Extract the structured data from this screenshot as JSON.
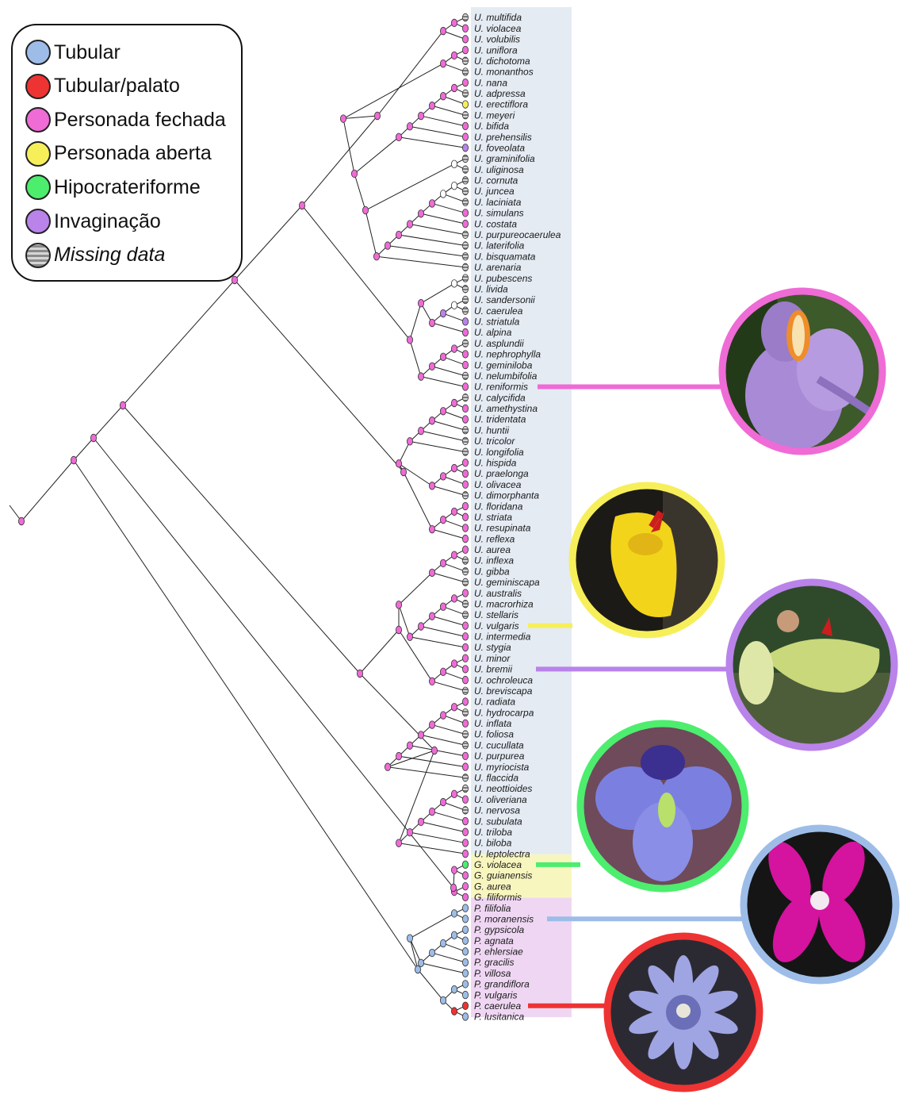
{
  "legend": {
    "items": [
      {
        "label": "Tubular",
        "color": "#9dbde8",
        "italic": false
      },
      {
        "label": "Tubular/palato",
        "color": "#ee3333",
        "italic": false
      },
      {
        "label": "Personada fechada",
        "color": "#ef6bd6",
        "italic": false
      },
      {
        "label": "Personada aberta",
        "color": "#f6ef5a",
        "italic": false
      },
      {
        "label": "Hipocrateriforme",
        "color": "#4ded6e",
        "italic": false
      },
      {
        "label": "Invaginação",
        "color": "#b983ea",
        "italic": false
      },
      {
        "label": "Missing data",
        "color": "hatched",
        "italic": true
      }
    ]
  },
  "states": {
    "T": "#9dbde8",
    "R": "#ee3333",
    "P": "#ef6bd6",
    "Y": "#f6ef5a",
    "G": "#4ded6e",
    "V": "#b983ea",
    "M": "missing",
    "W": "#ffffff"
  },
  "group_colors": {
    "Utricularia": "#e4ebf3",
    "Genlisea": "#f8f6bf",
    "Pinguicula": "#efd7f3"
  },
  "taxa": [
    {
      "name": "U. multifida",
      "state": "M"
    },
    {
      "name": "U. violacea",
      "state": "P"
    },
    {
      "name": "U. volubilis",
      "state": "P"
    },
    {
      "name": "U. uniflora",
      "state": "P"
    },
    {
      "name": "U. dichotoma",
      "state": "M"
    },
    {
      "name": "U. monanthos",
      "state": "M"
    },
    {
      "name": "U. nana",
      "state": "P"
    },
    {
      "name": "U. adpressa",
      "state": "M"
    },
    {
      "name": "U. erectiflora",
      "state": "Y"
    },
    {
      "name": "U. meyeri",
      "state": "M"
    },
    {
      "name": "U. bifida",
      "state": "P"
    },
    {
      "name": "U. prehensilis",
      "state": "P"
    },
    {
      "name": "U. foveolata",
      "state": "V"
    },
    {
      "name": "U. graminifolia",
      "state": "M"
    },
    {
      "name": "U. uliginosa",
      "state": "M"
    },
    {
      "name": "U. cornuta",
      "state": "M"
    },
    {
      "name": "U. juncea",
      "state": "M"
    },
    {
      "name": "U. laciniata",
      "state": "M"
    },
    {
      "name": "U. simulans",
      "state": "P"
    },
    {
      "name": "U. costata",
      "state": "P"
    },
    {
      "name": "U. purpureocaerulea",
      "state": "M"
    },
    {
      "name": "U. laterifolia",
      "state": "M"
    },
    {
      "name": "U. bisquamata",
      "state": "M"
    },
    {
      "name": "U. arenaria",
      "state": "M"
    },
    {
      "name": "U. pubescens",
      "state": "M"
    },
    {
      "name": "U. livida",
      "state": "M"
    },
    {
      "name": "U. sandersonii",
      "state": "M"
    },
    {
      "name": "U. caerulea",
      "state": "M"
    },
    {
      "name": "U. striatula",
      "state": "V"
    },
    {
      "name": "U. alpina",
      "state": "P"
    },
    {
      "name": "U. asplundii",
      "state": "M"
    },
    {
      "name": "U. nephrophylla",
      "state": "P"
    },
    {
      "name": "U. geminiloba",
      "state": "P"
    },
    {
      "name": "U. nelumbifolia",
      "state": "M"
    },
    {
      "name": "U. reniformis",
      "state": "P"
    },
    {
      "name": "U. calycifida",
      "state": "M"
    },
    {
      "name": "U. amethystina",
      "state": "P"
    },
    {
      "name": "U. tridentata",
      "state": "P"
    },
    {
      "name": "U. huntii",
      "state": "M"
    },
    {
      "name": "U. tricolor",
      "state": "M"
    },
    {
      "name": "U. longifolia",
      "state": "M"
    },
    {
      "name": "U. hispida",
      "state": "P"
    },
    {
      "name": "U. praelonga",
      "state": "P"
    },
    {
      "name": "U. olivacea",
      "state": "P"
    },
    {
      "name": "U. dimorphanta",
      "state": "M"
    },
    {
      "name": "U. floridana",
      "state": "P"
    },
    {
      "name": "U. striata",
      "state": "P"
    },
    {
      "name": "U. resupinata",
      "state": "P"
    },
    {
      "name": "U. reflexa",
      "state": "P"
    },
    {
      "name": "U. aurea",
      "state": "P"
    },
    {
      "name": "U. inflexa",
      "state": "M"
    },
    {
      "name": "U. gibba",
      "state": "M"
    },
    {
      "name": "U. geminiscapa",
      "state": "M"
    },
    {
      "name": "U. australis",
      "state": "P"
    },
    {
      "name": "U. macrorhiza",
      "state": "M"
    },
    {
      "name": "U. stellaris",
      "state": "M"
    },
    {
      "name": "U. vulgaris",
      "state": "P"
    },
    {
      "name": "U. intermedia",
      "state": "P"
    },
    {
      "name": "U. stygia",
      "state": "P"
    },
    {
      "name": "U. minor",
      "state": "P"
    },
    {
      "name": "U. bremii",
      "state": "P"
    },
    {
      "name": "U. ochroleuca",
      "state": "P"
    },
    {
      "name": "U. breviscapa",
      "state": "M"
    },
    {
      "name": "U. radiata",
      "state": "P"
    },
    {
      "name": "U. hydrocarpa",
      "state": "M"
    },
    {
      "name": "U. inflata",
      "state": "P"
    },
    {
      "name": "U. foliosa",
      "state": "M"
    },
    {
      "name": "U. cucullata",
      "state": "M"
    },
    {
      "name": "U. purpurea",
      "state": "P"
    },
    {
      "name": "U. myriocista",
      "state": "P"
    },
    {
      "name": "U. flaccida",
      "state": "M"
    },
    {
      "name": "U. neottioides",
      "state": "M"
    },
    {
      "name": "U. oliveriana",
      "state": "P"
    },
    {
      "name": "U. nervosa",
      "state": "M"
    },
    {
      "name": "U. subulata",
      "state": "P"
    },
    {
      "name": "U. triloba",
      "state": "P"
    },
    {
      "name": "U. biloba",
      "state": "P"
    },
    {
      "name": "U. leptolectra",
      "state": "P"
    },
    {
      "name": "G. violacea",
      "state": "G"
    },
    {
      "name": "G. guianensis",
      "state": "P"
    },
    {
      "name": "G. aurea",
      "state": "P"
    },
    {
      "name": "G. filiformis",
      "state": "P"
    },
    {
      "name": "P. filifolia",
      "state": "T"
    },
    {
      "name": "P. moranensis",
      "state": "T"
    },
    {
      "name": "P. gypsicola",
      "state": "T"
    },
    {
      "name": "P. agnata",
      "state": "T"
    },
    {
      "name": "P. ehlersiae",
      "state": "T"
    },
    {
      "name": "P. gracilis",
      "state": "T"
    },
    {
      "name": "P. villosa",
      "state": "T"
    },
    {
      "name": "P. grandiflora",
      "state": "T"
    },
    {
      "name": "P. vulgaris",
      "state": "T"
    },
    {
      "name": "P. caerulea",
      "state": "R"
    },
    {
      "name": "P. lusitanica",
      "state": "T"
    }
  ],
  "callouts": [
    {
      "taxon": "U. reniformis",
      "state": "P",
      "color": "#ef6bd6",
      "photo": "purple flower with orange stripe"
    },
    {
      "taxon": "U. vulgaris",
      "state": "Y",
      "color": "#f6ef5a",
      "photo": "yellow flower with arrow"
    },
    {
      "taxon": "U. bremii",
      "state": "V",
      "color": "#b983ea",
      "photo": "green bladder with arrow"
    },
    {
      "taxon": "G. violacea",
      "state": "G",
      "color": "#4ded6e",
      "photo": "blue-violet flower"
    },
    {
      "taxon": "P. moranensis",
      "state": "T",
      "color": "#9dbde8",
      "photo": "magenta flower"
    },
    {
      "taxon": "P. caerulea",
      "state": "R",
      "color": "#ee3333",
      "photo": "pale blue star flower"
    }
  ]
}
